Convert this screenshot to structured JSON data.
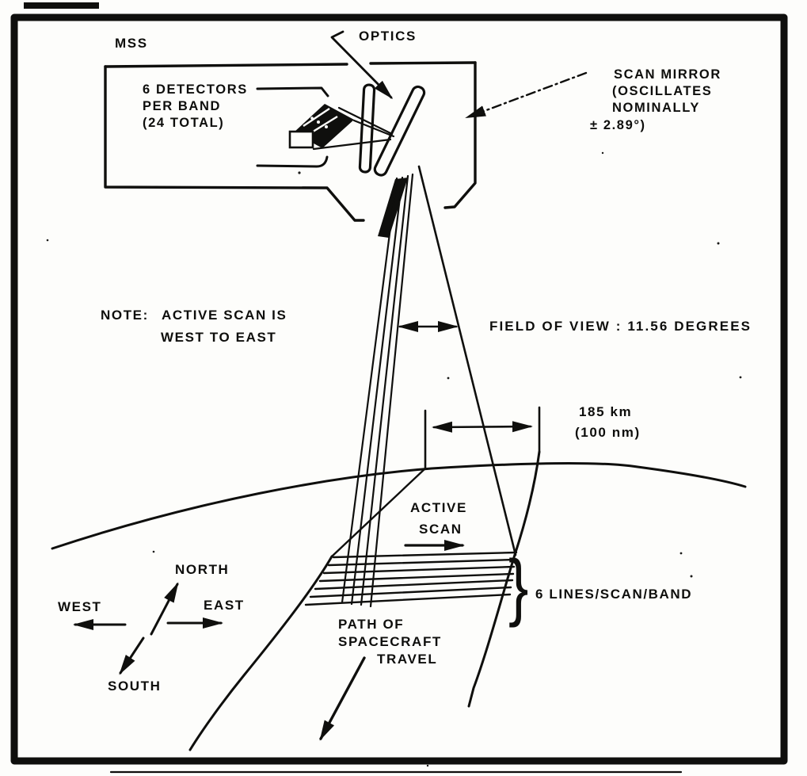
{
  "diagram": {
    "description": "Scanned technical diagram of the MSS (Multispectral Scanner) ground scanning geometry",
    "colors": {
      "ink": "#0f0f0d",
      "paper": "#fdfdfb"
    },
    "labels": {
      "mss": "MSS",
      "detectors_line1": "6 DETECTORS",
      "detectors_line2": "PER BAND",
      "detectors_line3": "(24 TOTAL)",
      "optics": "OPTICS",
      "scan_mirror_line1": "SCAN MIRROR",
      "scan_mirror_line2": "(OSCILLATES",
      "scan_mirror_line3": "NOMINALLY",
      "scan_mirror_line4": "± 2.89°)",
      "note_prefix": "NOTE:",
      "note_line1": "ACTIVE SCAN IS",
      "note_line2": "WEST TO EAST",
      "field_of_view": "FIELD OF VIEW : 11.56 DEGREES",
      "swath_width_line1": "185 km",
      "swath_width_line2": "(100 nm)",
      "active_scan_line1": "ACTIVE",
      "active_scan_line2": "SCAN",
      "lines_per_scan": "6 LINES/SCAN/BAND",
      "brace": "}",
      "compass_north": "NORTH",
      "compass_south": "SOUTH",
      "compass_east": "EAST",
      "compass_west": "WEST",
      "path_line1": "PATH OF",
      "path_line2": "SPACECRAFT",
      "path_line3": "TRAVEL"
    }
  }
}
